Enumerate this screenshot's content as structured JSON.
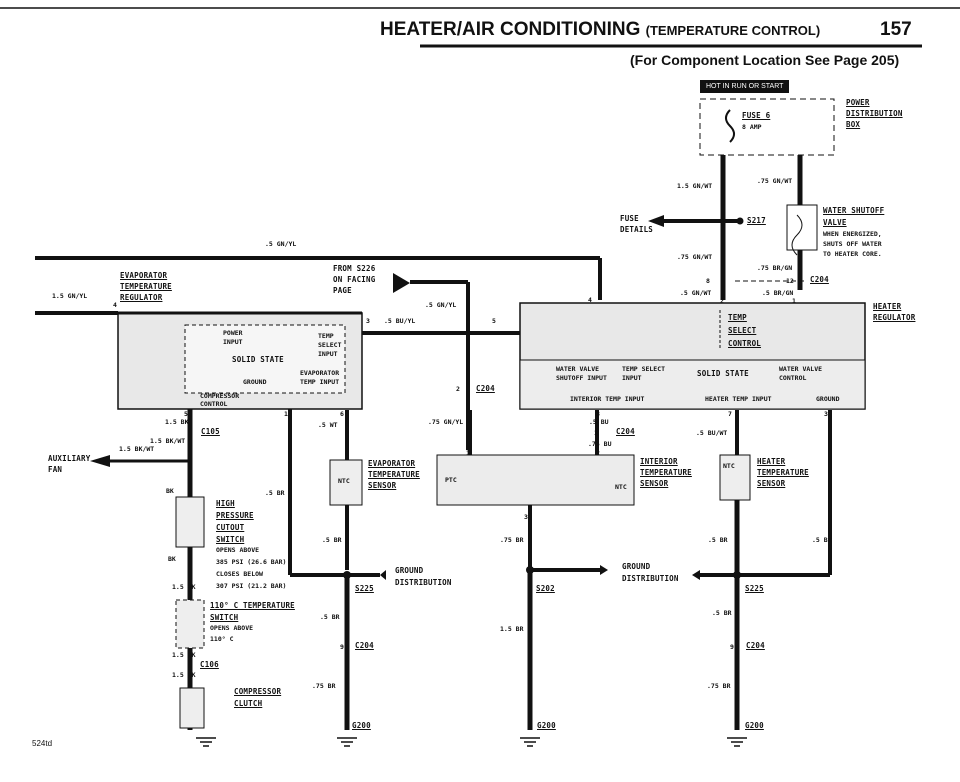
{
  "header": {
    "title": "HEATER/AIR CONDITIONING",
    "subtitle": "(TEMPERATURE CONTROL)",
    "page_number": "157",
    "location_note": "(For Component Location See Page 205)"
  },
  "badge": "HOT IN RUN OR START",
  "fuse": {
    "name": "FUSE 6",
    "rating": "8 AMP"
  },
  "power_box": [
    "POWER",
    "DISTRIBUTION",
    "BOX"
  ],
  "fuse_details": [
    "FUSE",
    "DETAILS"
  ],
  "splices": {
    "s217": "S217",
    "s225a": "S225",
    "s202": "S202",
    "s225b": "S225"
  },
  "water_valve": {
    "title": [
      "WATER SHUTOFF",
      "VALVE"
    ],
    "note": [
      "WHEN ENERGIZED,",
      "SHUTS OFF WATER",
      "TO HEATER CORE."
    ]
  },
  "heater_regulator": [
    "HEATER",
    "REGULATOR"
  ],
  "evap_regulator": [
    "EVAPORATOR",
    "TEMPERATURE",
    "REGULATOR"
  ],
  "from_s226": [
    "FROM S226",
    "ON FACING",
    "PAGE"
  ],
  "evap_box": {
    "power_input": [
      "POWER",
      "INPUT"
    ],
    "temp_select": [
      "TEMP",
      "SELECT",
      "INPUT"
    ],
    "solid_state": "SOLID STATE",
    "evap_temp": [
      "EVAPORATOR",
      "TEMP INPUT"
    ],
    "ground": "GROUND",
    "compressor": [
      "COMPRESSOR",
      "CONTROL"
    ]
  },
  "heater_box": {
    "temp_select_ctl": [
      "TEMP",
      "SELECT",
      "CONTROL"
    ],
    "water_valve_in": [
      "WATER VALVE",
      "SHUTOFF INPUT"
    ],
    "temp_select_in": [
      "TEMP SELECT",
      "INPUT"
    ],
    "solid_state": "SOLID STATE",
    "water_valve_ctl": [
      "WATER VALVE",
      "CONTROL"
    ],
    "interior_temp": "INTERIOR TEMP INPUT",
    "heater_temp": "HEATER TEMP INPUT",
    "ground": "GROUND"
  },
  "wires": {
    "gn_wt_15": "1.5 GN/WT",
    "gn_wt_75a": ".75 GN/WT",
    "gn_wt_75b": ".75 GN/WT",
    "gn_yl_5": ".5 GN/YL",
    "gn_yl_15": "1.5 GN/YL",
    "gn_yl_5b": ".5 GN/YL",
    "bu_yl_5": ".5 BU/YL",
    "br_gn_75": ".75 BR/GN",
    "gn_wt_5": ".5 GN/WT",
    "br_gn_5": ".5 BR/GN",
    "bk_15": "1.5 BK",
    "wt_5": ".5 WT",
    "gn_yl_75": ".75 GN/YL",
    "bu_5": ".5 BU",
    "bu_75": ".75 BU",
    "bu_wt_5": ".5 BU/WT",
    "bk_wt_15a": "1.5 BK/WT",
    "bk_wt_15b": "1.5 BK/WT",
    "bk": "BK",
    "br_5a": ".5 BR",
    "br_5b": ".5 BR",
    "br_75a": ".75 BR",
    "br_5c": ".5 BR",
    "br_5d": ".5 BR",
    "bk_b": "BK",
    "bk_15b": "1.5 BK",
    "br_5e": ".5 BR",
    "br_15": "1.5 BR",
    "br_5f": ".5 BR",
    "bk_15c": "1.5 BK",
    "bk_15d": "1.5 BK",
    "br_75b": ".75 BR",
    "br_75c": ".75 BR"
  },
  "pins": {
    "p4a": "4",
    "p4b": "4",
    "p3": "3",
    "p5": "5",
    "p8": "8",
    "p12": "12",
    "p2a": "2",
    "p1a": "1",
    "p2b": "2",
    "p5b": "5",
    "p1b": "1",
    "p6": "6",
    "p8b": "8",
    "p7": "7",
    "p3b": "3",
    "p1c": "1",
    "p2c": "2",
    "p1d": "1",
    "p3c": "3",
    "p9a": "9",
    "p9b": "9"
  },
  "connectors": {
    "c204a": "C204",
    "c204b": "C204",
    "c105": "C105",
    "c204c": "C204",
    "c204d": "C204",
    "c204e": "C204",
    "c106": "C106"
  },
  "aux_fan": [
    "AUXILIARY",
    "FAN"
  ],
  "evap_sensor": [
    "EVAPORATOR",
    "TEMPERATURE",
    "SENSOR"
  ],
  "interior_sensor": [
    "INTERIOR",
    "TEMPERATURE",
    "SENSOR"
  ],
  "heater_sensor": [
    "HEATER",
    "TEMPERATURE",
    "SENSOR"
  ],
  "ntc": "NTC",
  "ptc": "PTC",
  "high_pressure": {
    "title": [
      "HIGH",
      "PRESSURE",
      "CUTOUT",
      "SWITCH"
    ],
    "note": [
      "OPENS ABOVE",
      "385 PSI (26.6 BAR)",
      "CLOSES BELOW",
      "307 PSI (21.2 BAR)"
    ]
  },
  "temp_switch": {
    "title": [
      "110° C TEMPERATURE",
      "SWITCH"
    ],
    "note": [
      "OPENS ABOVE",
      "110° C"
    ]
  },
  "ground_dist": [
    "GROUND",
    "DISTRIBUTION"
  ],
  "compressor_clutch": [
    "COMPRESSOR",
    "CLUTCH"
  ],
  "grounds": {
    "g1": "G200",
    "g2": "G200",
    "g3": "G200"
  },
  "figure_id": "524td"
}
